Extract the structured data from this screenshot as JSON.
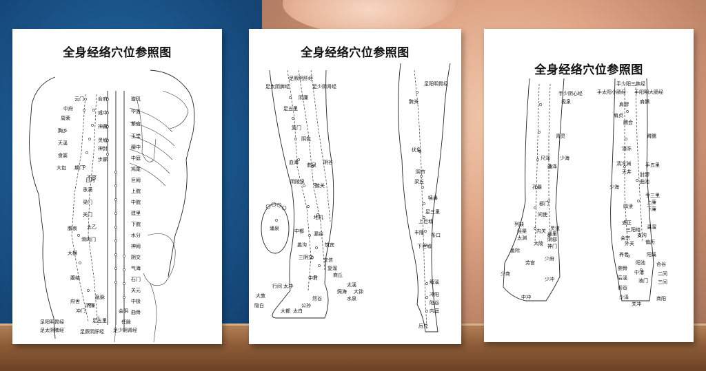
{
  "card1": {
    "title": "全身经络穴位参照图",
    "labels": {
      "l1": "云门",
      "l2": "中府",
      "l3": "周荣",
      "l4": "胸乡",
      "l5": "天溪",
      "l6": "食窦",
      "l7": "大包",
      "l8": "俞府",
      "l9": "彧中",
      "l10": "神藏",
      "l11": "灵墟",
      "l12": "神封",
      "l13": "步廊",
      "l14": "璇玑",
      "l15": "华盖",
      "l16": "紫宫",
      "l17": "玉堂",
      "l18": "膻中",
      "l19": "中庭",
      "l20": "鸠尾",
      "l21": "期门",
      "l22": "日月",
      "l23": "不容",
      "l24": "承满",
      "l25": "梁门",
      "l26": "关门",
      "l27": "太乙",
      "l28": "滑肉门",
      "l29": "巨阙",
      "l30": "上脘",
      "l31": "中脘",
      "l32": "建里",
      "l33": "下脘",
      "l34": "水分",
      "l35": "神阙",
      "l36": "阴交",
      "l37": "气海",
      "l38": "石门",
      "l39": "关元",
      "l40": "中极",
      "l41": "曲骨",
      "l42": "腹哀",
      "l43": "大横",
      "l44": "腹结",
      "l45": "府舍",
      "l46": "冲门",
      "l47": "急脉",
      "l48": "阴廉",
      "l49": "足五里",
      "l50": "会阴",
      "l51": "任脉",
      "l52": "足阳明胃经",
      "l53": "足太阴脾经",
      "l54": "足厥阴肝经",
      "l55": "足少阴肾经"
    }
  },
  "card2": {
    "title": "全身经络穴位参照图",
    "labels": {
      "l1": "足厥阴肝经",
      "l2": "足太阴脾经",
      "l3": "足少阴肾经",
      "l4": "阴廉",
      "l5": "足五里",
      "l6": "箕门",
      "l7": "阴包",
      "l8": "血海",
      "l9": "曲泉",
      "l10": "阴谷",
      "l11": "阴陵泉",
      "l12": "膝关",
      "l13": "涌泉",
      "l14": "地机",
      "l15": "中都",
      "l16": "漏谷",
      "l17": "蠡沟",
      "l18": "筑宾",
      "l19": "三阴交",
      "l20": "交信",
      "l21": "复溜",
      "l22": "商丘",
      "l23": "中封",
      "l24": "大敦",
      "l25": "行间",
      "l26": "太冲",
      "l27": "隐白",
      "l28": "大都",
      "l29": "太白",
      "l30": "公孙",
      "l31": "然谷",
      "l32": "照海",
      "l33": "太溪",
      "l34": "大钟",
      "l35": "水泉"
    },
    "legs": {
      "l1": "足阳明胃经",
      "l2": "髀关",
      "l3": "伏兔",
      "l4": "阴市",
      "l5": "梁丘",
      "l6": "犊鼻",
      "l7": "足三里",
      "l8": "上巨墟",
      "l9": "丰隆",
      "l10": "条口",
      "l11": "下巨墟",
      "l12": "解溪",
      "l13": "冲阳",
      "l14": "陷谷",
      "l15": "内庭",
      "l16": "厉兑"
    }
  },
  "card3": {
    "title": "全身经络穴位参照图",
    "labels": {
      "l1": "手少阴心经",
      "l2": "极泉",
      "l3": "青灵",
      "l4": "少海",
      "l5": "尺泽",
      "l6": "曲泽",
      "l7": "孔最",
      "l8": "郄门",
      "l9": "间使",
      "l10": "列缺",
      "l11": "经渠",
      "l12": "内关",
      "l13": "灵道",
      "l14": "通里",
      "l15": "阴郄",
      "l16": "大陵",
      "l17": "太渊",
      "l18": "神门",
      "l19": "鱼际",
      "l20": "劳宫",
      "l21": "少府",
      "l22": "少商",
      "l23": "少冲",
      "l24": "中冲"
    },
    "labels2": {
      "l1": "手少阳三焦经",
      "l2": "手阳明大肠经",
      "l3": "手太阳小肠经",
      "l4": "肩髎",
      "l5": "肩髃",
      "l6": "肩贞",
      "l7": "臑会",
      "l8": "臂臑",
      "l9": "消泺",
      "l10": "清冷渊",
      "l11": "天井",
      "l12": "手五里",
      "l13": "肘髎",
      "l14": "曲池",
      "l15": "少海",
      "l16": "手三里",
      "l17": "上廉",
      "l18": "四渎",
      "l19": "下廉",
      "l20": "支正",
      "l21": "三阳络",
      "l22": "温溜",
      "l23": "会宗",
      "l24": "支沟",
      "l25": "外关",
      "l26": "偏历",
      "l27": "养老",
      "l28": "阳池",
      "l29": "阳溪",
      "l30": "腕骨",
      "l31": "中渚",
      "l32": "合谷",
      "l33": "后溪",
      "l34": "液门",
      "l35": "二间",
      "l36": "前谷",
      "l37": "三间",
      "l38": "少泽",
      "l39": "关冲",
      "l40": "商阳"
    }
  }
}
